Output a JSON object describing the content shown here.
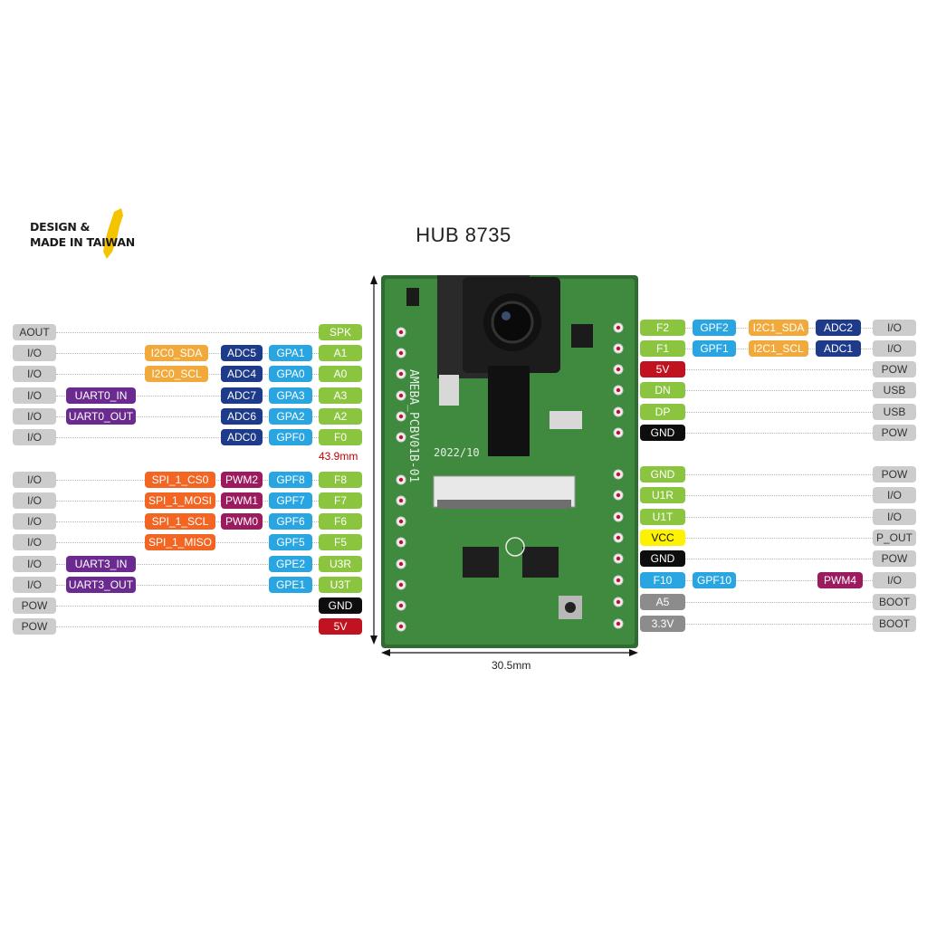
{
  "title": "HUB 8735",
  "logo": {
    "line1": "DESIGN &",
    "line2": "MADE IN TAIWAN"
  },
  "board": {
    "silkscreen_model": "AMEBA_PCBV01B-01",
    "silkscreen_date": "2022/10"
  },
  "dimensions": {
    "height_label": "43.9mm",
    "width_label": "30.5mm"
  },
  "colors": {
    "pin": "#8bc53f",
    "gpio": "#29a6e1",
    "adc": "#1e3a8a",
    "i2c": "#f2a93b",
    "uart": "#6a2a8f",
    "spi": "#f26522",
    "pwm": "#9b1b5e",
    "power5v": "#c1121f",
    "gnd": "#0d0d0d",
    "vcc": "#fff200",
    "aux": "#8c8c8c",
    "category": "#cccccc"
  },
  "left_pins": [
    {
      "cat": "AOUT",
      "pin": "SPK",
      "gpio": "",
      "adc": "",
      "pwm": "",
      "i2c": "",
      "spi": "",
      "uart": "",
      "pin_color": "pin"
    },
    {
      "cat": "I/O",
      "pin": "A1",
      "gpio": "GPA1",
      "adc": "ADC5",
      "pwm": "",
      "i2c": "I2C0_SDA",
      "spi": "",
      "uart": "",
      "pin_color": "pin"
    },
    {
      "cat": "I/O",
      "pin": "A0",
      "gpio": "GPA0",
      "adc": "ADC4",
      "pwm": "",
      "i2c": "I2C0_SCL",
      "spi": "",
      "uart": "",
      "pin_color": "pin"
    },
    {
      "cat": "I/O",
      "pin": "A3",
      "gpio": "GPA3",
      "adc": "ADC7",
      "pwm": "",
      "i2c": "",
      "spi": "",
      "uart": "UART0_IN",
      "pin_color": "pin"
    },
    {
      "cat": "I/O",
      "pin": "A2",
      "gpio": "GPA2",
      "adc": "ADC6",
      "pwm": "",
      "i2c": "",
      "spi": "",
      "uart": "UART0_OUT",
      "pin_color": "pin"
    },
    {
      "cat": "I/O",
      "pin": "F0",
      "gpio": "GPF0",
      "adc": "ADC0",
      "pwm": "",
      "i2c": "",
      "spi": "",
      "uart": "",
      "pin_color": "pin"
    },
    {
      "cat": "I/O",
      "pin": "F8",
      "gpio": "GPF8",
      "adc": "",
      "pwm": "PWM2",
      "i2c": "",
      "spi": "SPI_1_CS0",
      "uart": "",
      "pin_color": "pin"
    },
    {
      "cat": "I/O",
      "pin": "F7",
      "gpio": "GPF7",
      "adc": "",
      "pwm": "PWM1",
      "i2c": "",
      "spi": "SPI_1_MOSI",
      "uart": "",
      "pin_color": "pin"
    },
    {
      "cat": "I/O",
      "pin": "F6",
      "gpio": "GPF6",
      "adc": "",
      "pwm": "PWM0",
      "i2c": "",
      "spi": "SPI_1_SCL",
      "uart": "",
      "pin_color": "pin"
    },
    {
      "cat": "I/O",
      "pin": "F5",
      "gpio": "GPF5",
      "adc": "",
      "pwm": "",
      "i2c": "",
      "spi": "SPI_1_MISO",
      "uart": "",
      "pin_color": "pin"
    },
    {
      "cat": "I/O",
      "pin": "U3R",
      "gpio": "GPE2",
      "adc": "",
      "pwm": "",
      "i2c": "",
      "spi": "",
      "uart": "UART3_IN",
      "pin_color": "pin"
    },
    {
      "cat": "I/O",
      "pin": "U3T",
      "gpio": "GPE1",
      "adc": "",
      "pwm": "",
      "i2c": "",
      "spi": "",
      "uart": "UART3_OUT",
      "pin_color": "pin"
    },
    {
      "cat": "POW",
      "pin": "GND",
      "gpio": "",
      "adc": "",
      "pwm": "",
      "i2c": "",
      "spi": "",
      "uart": "",
      "pin_color": "gnd"
    },
    {
      "cat": "POW",
      "pin": "5V",
      "gpio": "",
      "adc": "",
      "pwm": "",
      "i2c": "",
      "spi": "",
      "uart": "",
      "pin_color": "power5v"
    }
  ],
  "right_pins": [
    {
      "cat": "I/O",
      "pin": "F2",
      "gpio": "GPF2",
      "i2c": "I2C1_SDA",
      "adc": "ADC2",
      "pwm": "",
      "pin_color": "pin"
    },
    {
      "cat": "I/O",
      "pin": "F1",
      "gpio": "GPF1",
      "i2c": "I2C1_SCL",
      "adc": "ADC1",
      "pwm": "",
      "pin_color": "pin"
    },
    {
      "cat": "POW",
      "pin": "5V",
      "gpio": "",
      "i2c": "",
      "adc": "",
      "pwm": "",
      "pin_color": "power5v"
    },
    {
      "cat": "USB",
      "pin": "DN",
      "gpio": "",
      "i2c": "",
      "adc": "",
      "pwm": "",
      "pin_color": "pin"
    },
    {
      "cat": "USB",
      "pin": "DP",
      "gpio": "",
      "i2c": "",
      "adc": "",
      "pwm": "",
      "pin_color": "pin"
    },
    {
      "cat": "POW",
      "pin": "GND",
      "gpio": "",
      "i2c": "",
      "adc": "",
      "pwm": "",
      "pin_color": "gnd"
    },
    {
      "cat": "POW",
      "pin": "GND",
      "gpio": "",
      "i2c": "",
      "adc": "",
      "pwm": "",
      "pin_color": "pin"
    },
    {
      "cat": "I/O",
      "pin": "U1R",
      "gpio": "",
      "i2c": "",
      "adc": "",
      "pwm": "",
      "pin_color": "pin"
    },
    {
      "cat": "I/O",
      "pin": "U1T",
      "gpio": "",
      "i2c": "",
      "adc": "",
      "pwm": "",
      "pin_color": "pin"
    },
    {
      "cat": "P_OUT",
      "pin": "VCC",
      "gpio": "",
      "i2c": "",
      "adc": "",
      "pwm": "",
      "pin_color": "vcc"
    },
    {
      "cat": "POW",
      "pin": "GND",
      "gpio": "",
      "i2c": "",
      "adc": "",
      "pwm": "",
      "pin_color": "gnd"
    },
    {
      "cat": "I/O",
      "pin": "F10",
      "gpio": "GPF10",
      "i2c": "",
      "adc": "",
      "pwm": "PWM4",
      "pin_color": "gpio"
    },
    {
      "cat": "BOOT",
      "pin": "A5",
      "gpio": "",
      "i2c": "",
      "adc": "",
      "pwm": "",
      "pin_color": "aux"
    },
    {
      "cat": "BOOT",
      "pin": "3.3V",
      "gpio": "",
      "i2c": "",
      "adc": "",
      "pwm": "",
      "pin_color": "aux"
    }
  ]
}
